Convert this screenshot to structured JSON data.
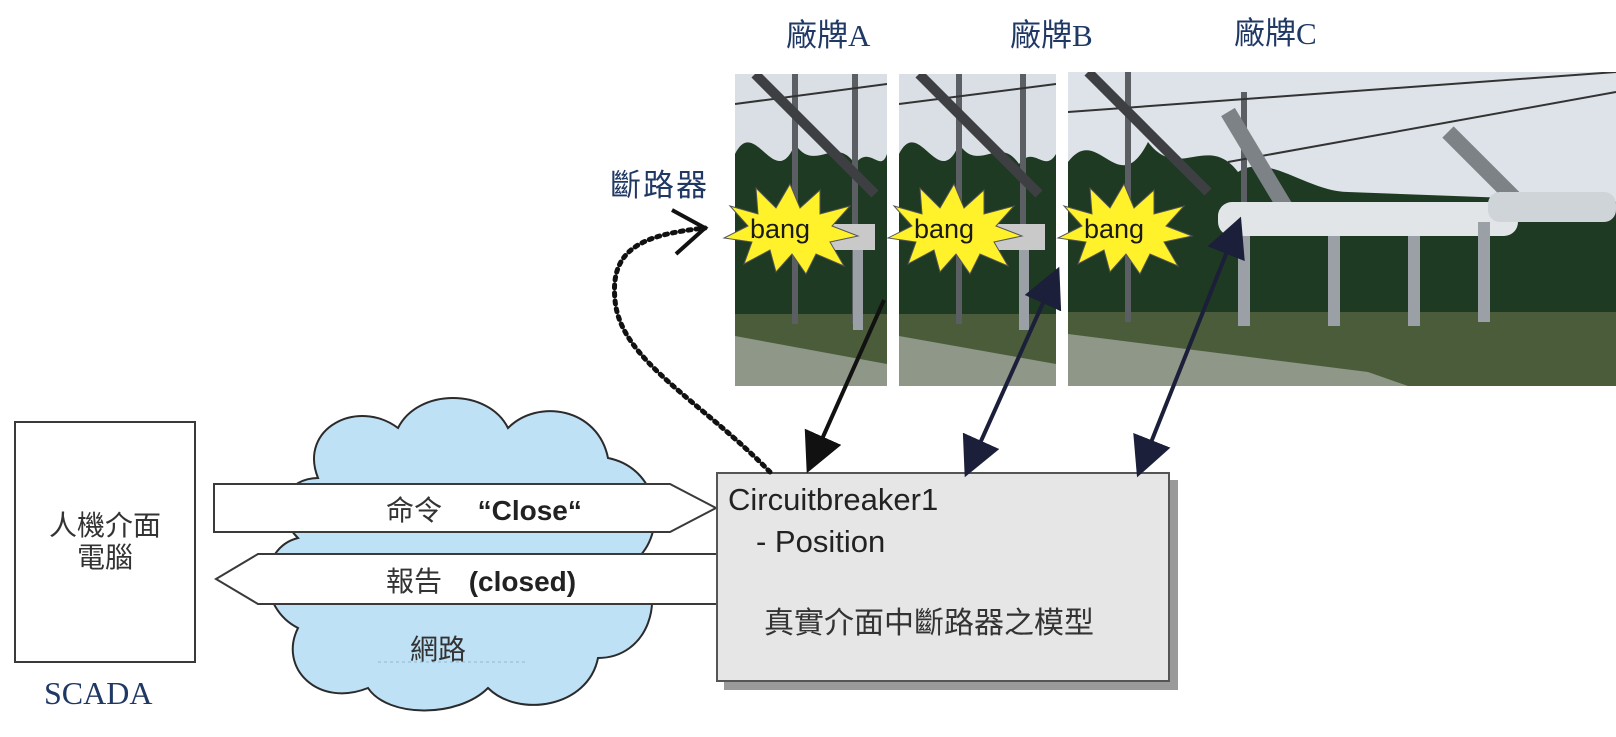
{
  "vendors": {
    "a": "廠牌A",
    "b": "廠牌B",
    "c": "廠牌C"
  },
  "breaker_label": "斷路器",
  "bang_text": "bang",
  "hmi": {
    "line1": "人機介面",
    "line2": "電腦",
    "caption": "SCADA"
  },
  "command": {
    "label": "命令",
    "value": "“Close“"
  },
  "report": {
    "label": "報告",
    "value": "(closed)"
  },
  "network_label": "網路",
  "model": {
    "title": "Circuitbreaker1",
    "attribute": "- Position",
    "description": "真實介面中斷路器之模型"
  },
  "colors": {
    "cloud_fill": "#bfe1f6",
    "cloud_stroke": "#2b2b2b",
    "label_blue": "#1f3864",
    "bang_fill": "#fff22a",
    "arrow_dark": "#1b1f3a"
  }
}
